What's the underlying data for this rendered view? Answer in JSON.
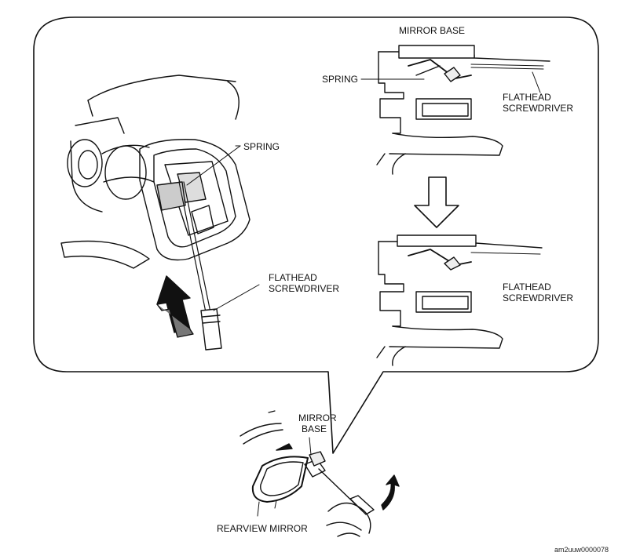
{
  "labels": {
    "mirror_base_top": "MIRROR BASE",
    "spring_top": "SPRING",
    "flathead_top_1": "FLATHEAD",
    "flathead_top_2": "SCREWDRIVER",
    "spring_left": "SPRING",
    "flathead_left_1": "FLATHEAD",
    "flathead_left_2": "SCREWDRIVER",
    "flathead_mid_1": "FLATHEAD",
    "flathead_mid_2": "SCREWDRIVER",
    "mirror_base_bottom_1": "MIRROR",
    "mirror_base_bottom_2": "BASE",
    "rearview_mirror": "REARVIEW MIRROR",
    "figure_code": "am2uuw0000078"
  }
}
